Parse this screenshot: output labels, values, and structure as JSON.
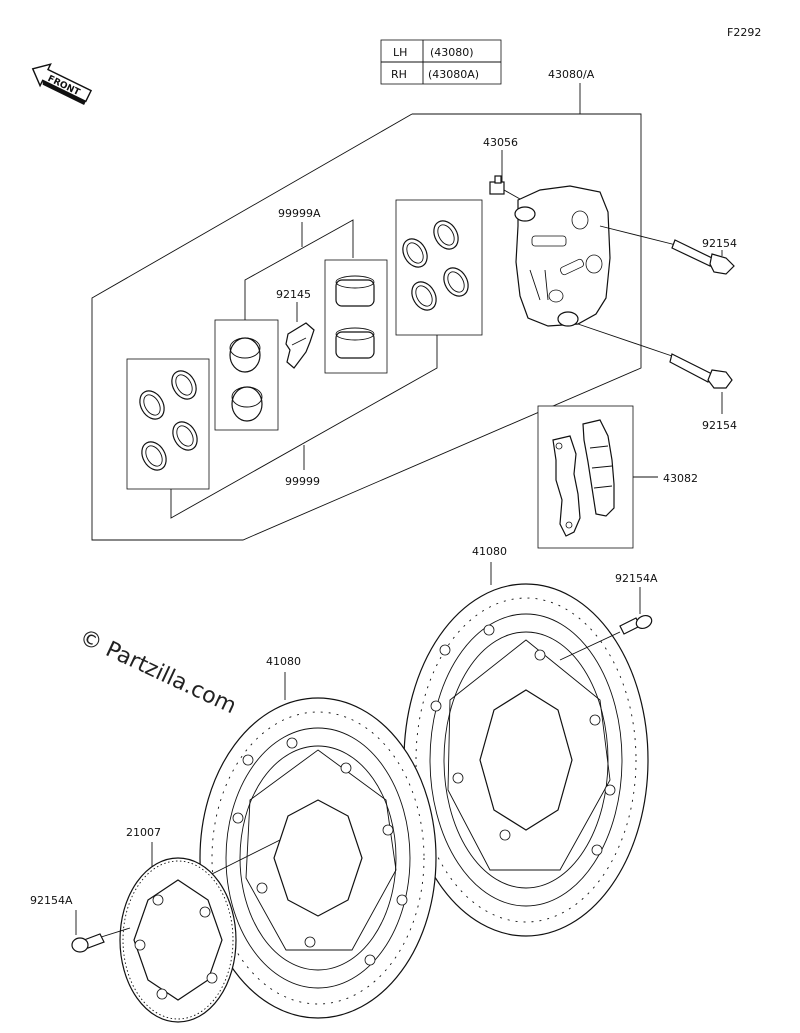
{
  "figure_id": "F2292",
  "front_label": "FRONT",
  "side_table": [
    {
      "side": "LH",
      "code": "(43080)"
    },
    {
      "side": "RH",
      "code": "(43080A)"
    }
  ],
  "watermark": "© Partzilla.com",
  "callouts": {
    "caliper_assy": "43080/A",
    "bleeder": "43056",
    "bolt_upper": "92154",
    "bolt_lower": "92154",
    "seal_kit_a": "99999A",
    "spring": "92145",
    "seal_kit": "99999",
    "pads": "43082",
    "disc_right": "41080",
    "disc_left": "41080",
    "disc_bolt_right": "92154A",
    "disc_bolt_left": "92154A",
    "rotor_ring": "21007"
  }
}
